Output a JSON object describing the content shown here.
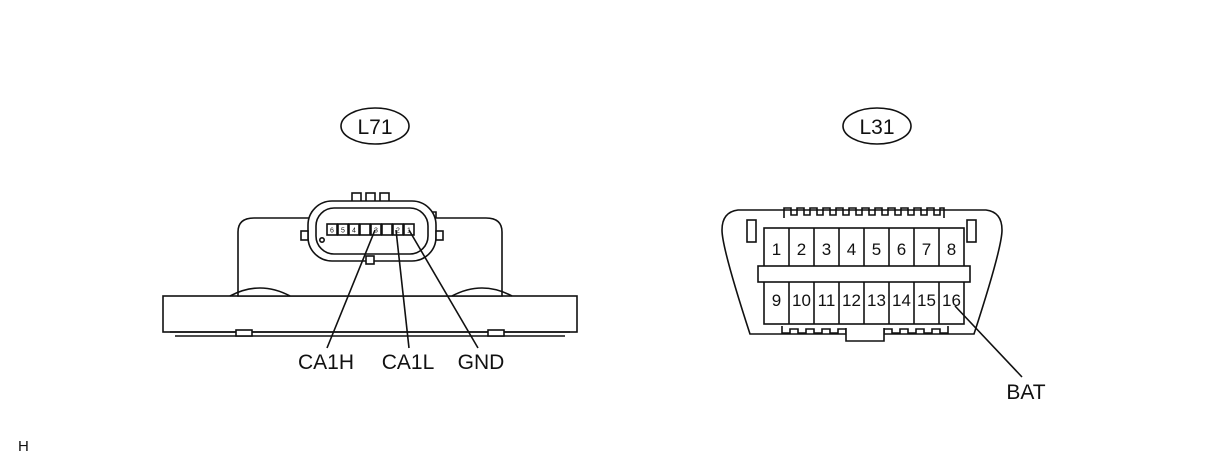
{
  "left_connector": {
    "name": "L71",
    "pins": [
      "6",
      "5",
      "4",
      "3",
      "2",
      "1"
    ],
    "labels": [
      "CA1H",
      "CA1L",
      "GND"
    ]
  },
  "right_connector": {
    "name": "L31",
    "top_row": [
      "1",
      "2",
      "3",
      "4",
      "5",
      "6",
      "7",
      "8"
    ],
    "bottom_row": [
      "9",
      "10",
      "11",
      "12",
      "13",
      "14",
      "15",
      "16"
    ],
    "label": "BAT"
  },
  "figure_code": "H"
}
